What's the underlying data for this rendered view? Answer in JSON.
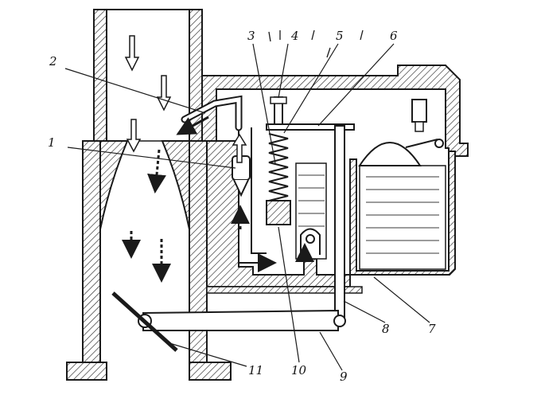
{
  "callouts": [
    {
      "id": "1",
      "text": "1"
    },
    {
      "id": "2",
      "text": "2"
    },
    {
      "id": "3",
      "text": "3"
    },
    {
      "id": "4",
      "text": "4"
    },
    {
      "id": "5",
      "text": "5"
    },
    {
      "id": "6",
      "text": "6"
    },
    {
      "id": "7",
      "text": "7"
    },
    {
      "id": "8",
      "text": "8"
    },
    {
      "id": "9",
      "text": "9"
    },
    {
      "id": "10",
      "text": "10"
    },
    {
      "id": "11",
      "text": "11"
    }
  ],
  "colors": {
    "ink": "#1a1a1a",
    "hatch": "#2a2a2a",
    "fuel": "#3a3a3a",
    "paper": "#ffffff"
  }
}
